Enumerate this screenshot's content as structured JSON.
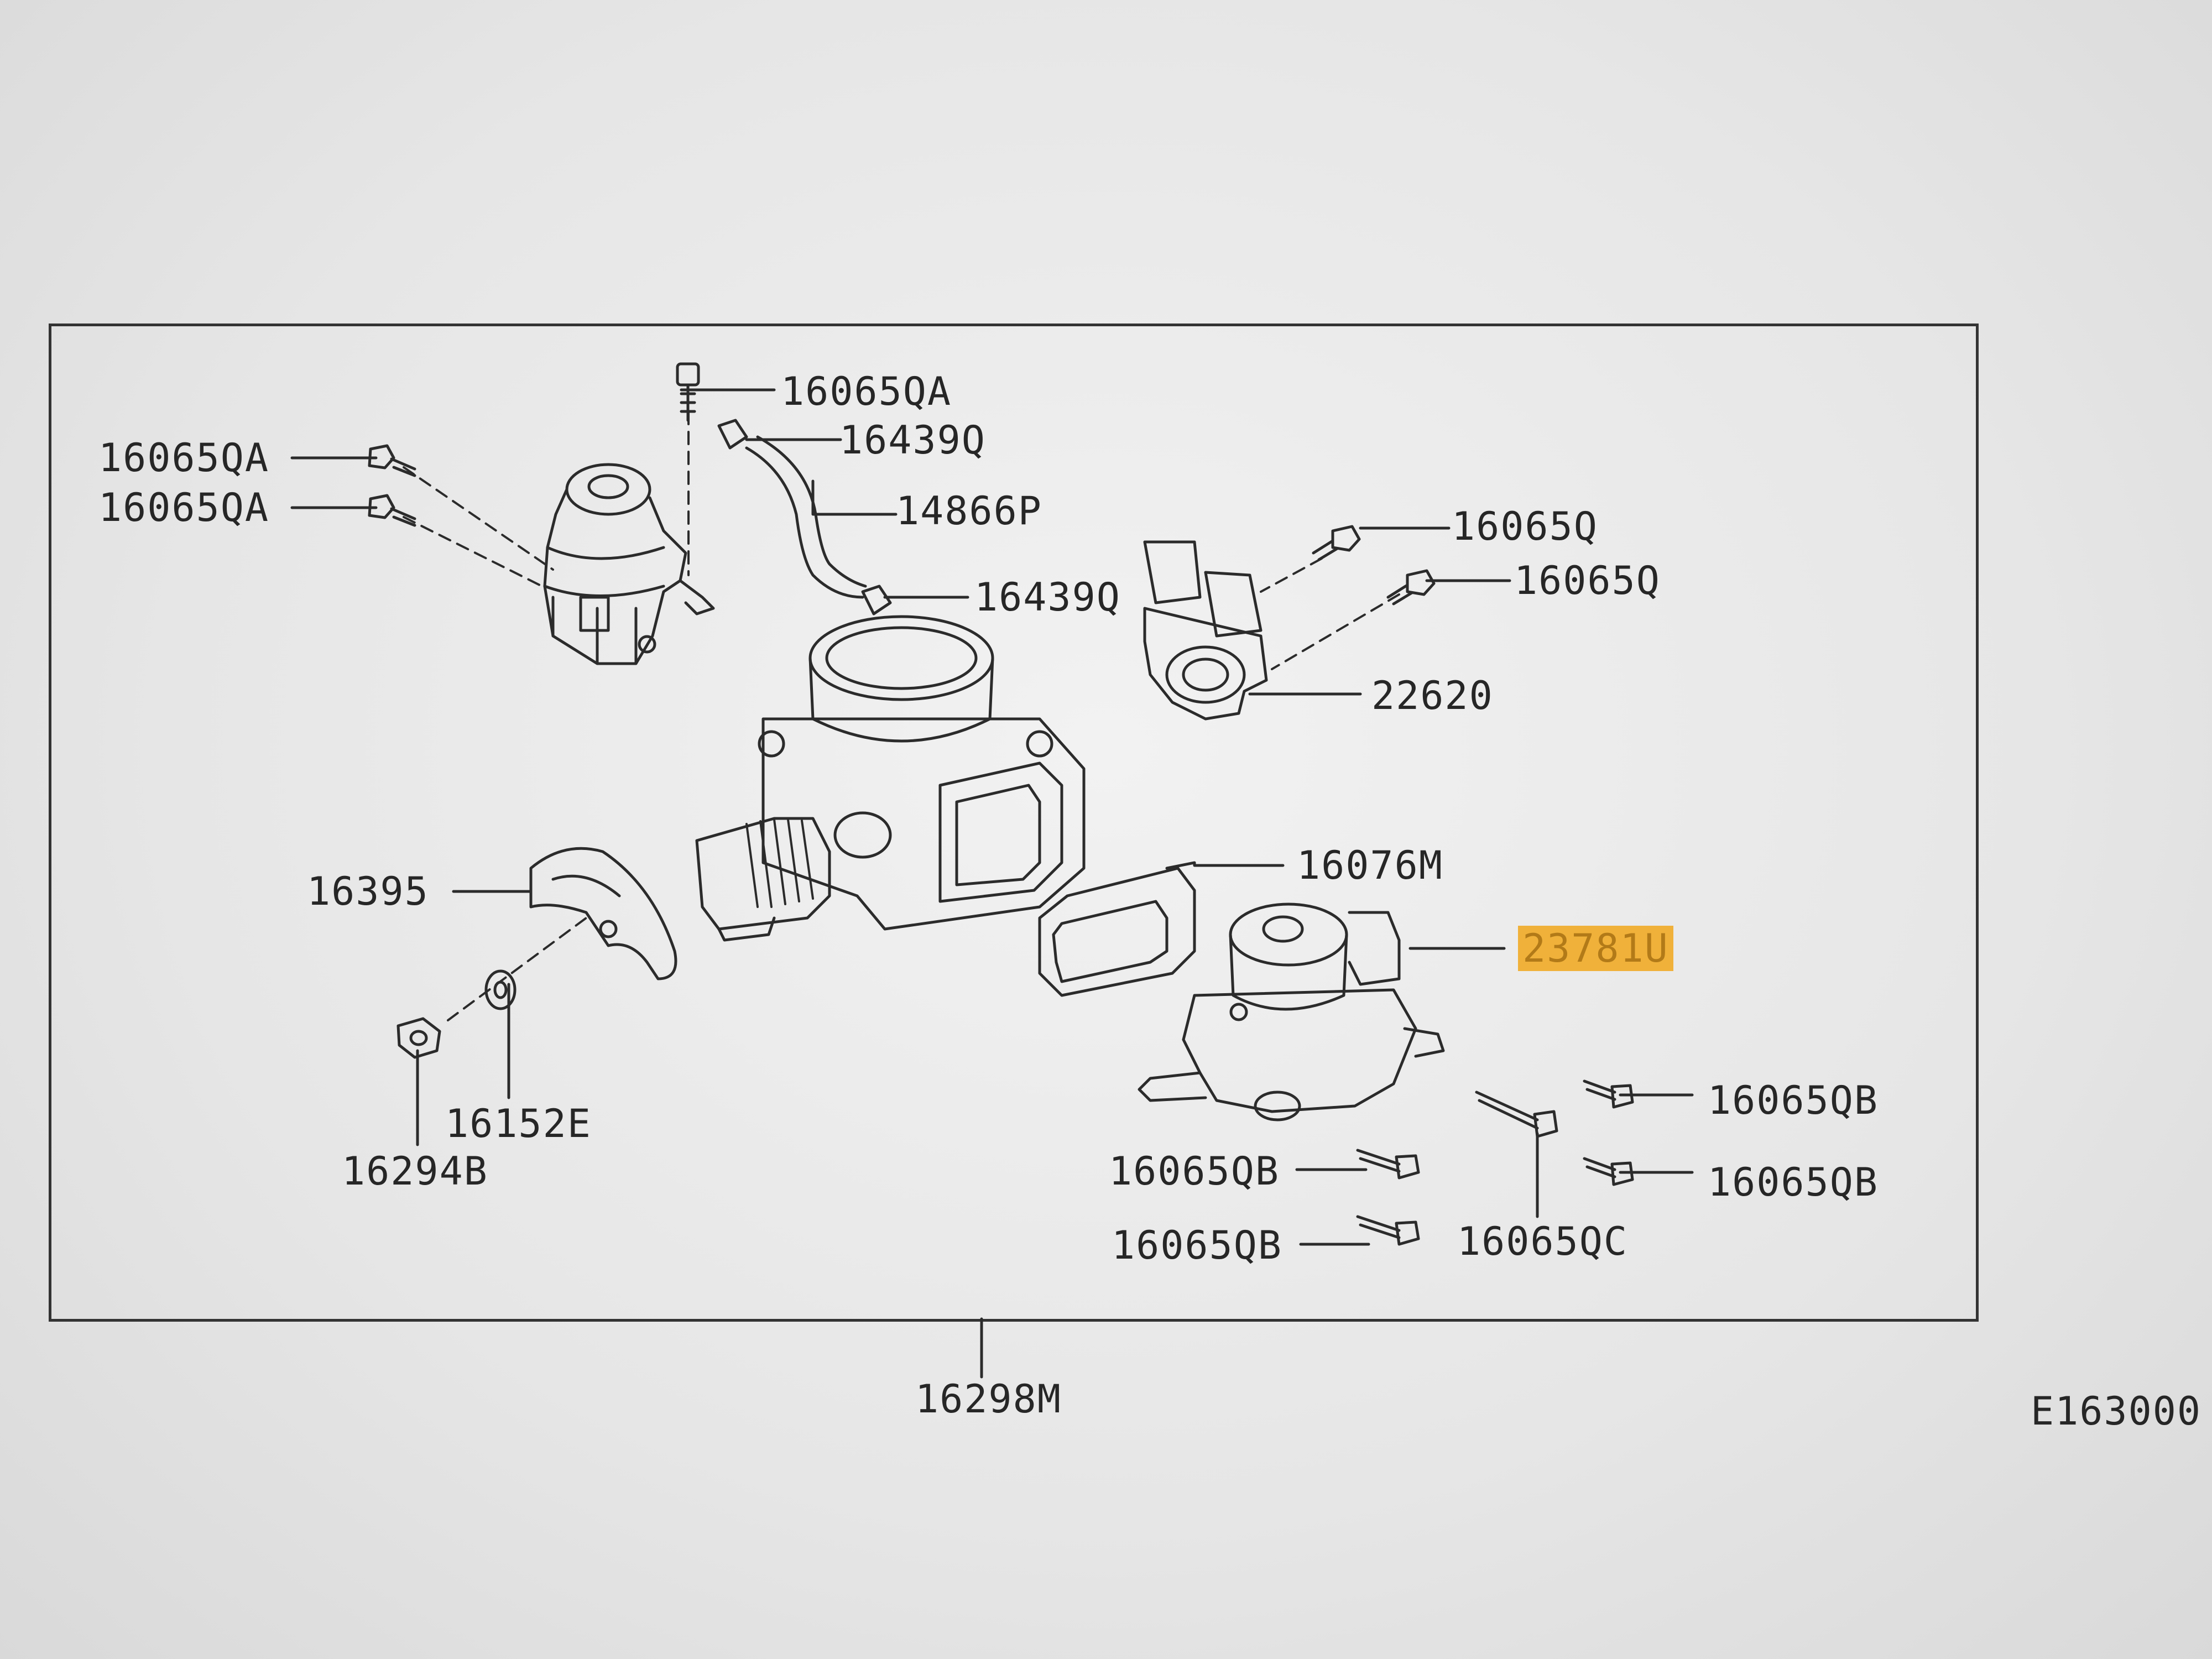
{
  "diagram": {
    "highlight_color": "#f0b13a",
    "reference_code": "E163000",
    "parts": {
      "p01": "16065QA",
      "p02": "16439Q",
      "p03": "16065QA",
      "p04": "16065QA",
      "p05": "14866P",
      "p06": "16439Q",
      "p07": "16065Q",
      "p08": "16065Q",
      "p09": "22620",
      "p10": "16076M",
      "p11": "23781U",
      "p12": "16395",
      "p13": "16152E",
      "p14": "16294B",
      "p15": "16065QB",
      "p16": "16065QB",
      "p17": "16065QB",
      "p18": "16065QB",
      "p19": "16065QC",
      "p20": "16298M"
    }
  }
}
